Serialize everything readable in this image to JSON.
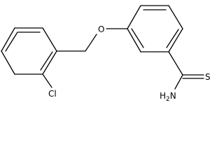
{
  "molecule": {
    "atom_labels": {
      "oxygen": "O",
      "chlorine": "Cl",
      "sulfur": "S",
      "amine_n": "H",
      "amine_sub": "2",
      "amine_tail": "N"
    }
  }
}
